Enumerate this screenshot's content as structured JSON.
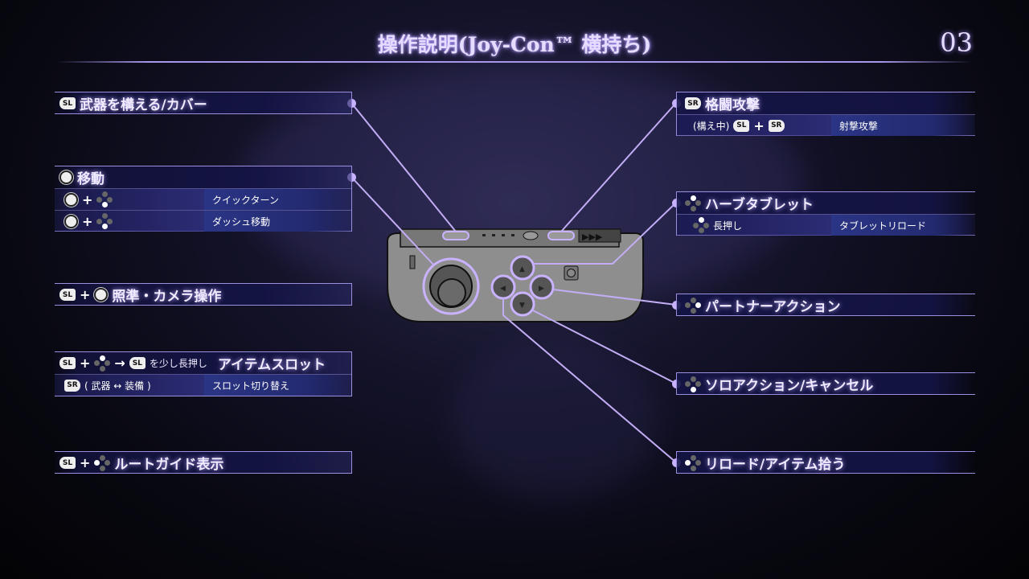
{
  "title": "操作説明(Joy-Con™ 横持ち)",
  "page_number": "03",
  "left": {
    "aim_cover": {
      "button": "SL",
      "label": "武器を構える/カバー"
    },
    "move": {
      "label": "移動",
      "rows": [
        {
          "action": "クイックターン"
        },
        {
          "action": "ダッシュ移動"
        }
      ],
      "plus": "+"
    },
    "camera": {
      "button": "SL",
      "plus": "+",
      "label": "照準・カメラ操作"
    },
    "item_slot": {
      "button": "SL",
      "plus": "+",
      "arrow": "→",
      "button2": "SL",
      "hold": "を少し長押し",
      "label": "アイテムスロット",
      "row": {
        "button": "SR",
        "key_text": "( 武器 ↔ 装備 )",
        "action": "スロット切り替え"
      }
    },
    "route_guide": {
      "button": "SL",
      "plus": "+",
      "label": "ルートガイド表示"
    }
  },
  "right": {
    "melee": {
      "button": "SR",
      "label": "格闘攻撃",
      "row": {
        "prefix": "(構え中)",
        "button1": "SL",
        "plus": "+",
        "button2": "SR",
        "action": "射撃攻撃"
      }
    },
    "herb_tablet": {
      "label": "ハーブタブレット",
      "row": {
        "key_text": "長押し",
        "action": "タブレットリロード"
      }
    },
    "partner": {
      "label": "パートナーアクション"
    },
    "solo": {
      "label": "ソロアクション/キャンセル"
    },
    "reload": {
      "label": "リロード/アイテム拾う"
    }
  },
  "colors": {
    "accent": "#c9b2ff",
    "panel_border": "#9c8fe0"
  }
}
